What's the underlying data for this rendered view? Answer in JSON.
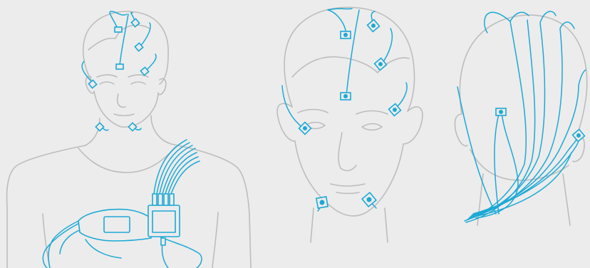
{
  "illustration": {
    "background_color": "#ECECEC",
    "outline_color": "#BDBDBD",
    "wire_color": "#1CA9D6",
    "panels": [
      {
        "view": "torso-front",
        "has_recorder": true
      },
      {
        "view": "face-front"
      },
      {
        "view": "head-back"
      }
    ]
  }
}
